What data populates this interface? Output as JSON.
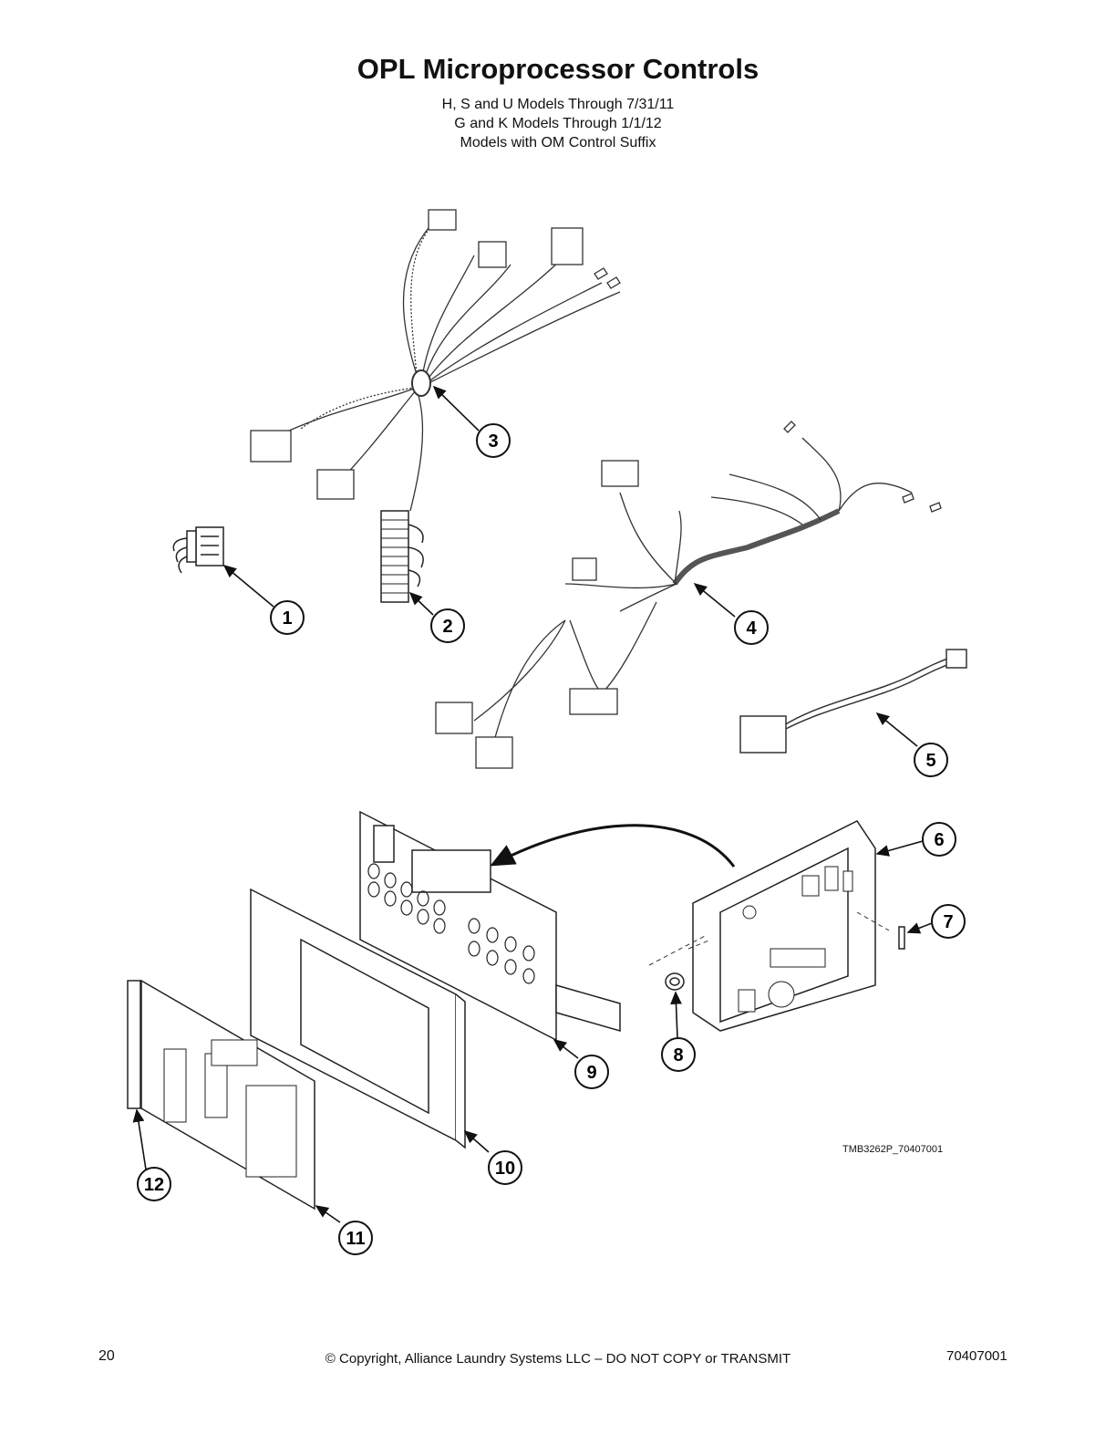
{
  "header": {
    "title": "OPL Microprocessor Controls",
    "subtitle_lines": [
      "H, S and U Models Through 7/31/11",
      "G and K Models Through 1/1/12",
      "Models with OM Control Suffix"
    ]
  },
  "diagram": {
    "reference_code": "TMB3262P_70407001",
    "callouts": [
      "1",
      "2",
      "3",
      "4",
      "5",
      "6",
      "7",
      "8",
      "9",
      "10",
      "11",
      "12"
    ]
  },
  "footer": {
    "page_number": "20",
    "copyright": "© Copyright, Alliance Laundry Systems LLC – DO NOT COPY or TRANSMIT",
    "document_number": "70407001"
  }
}
